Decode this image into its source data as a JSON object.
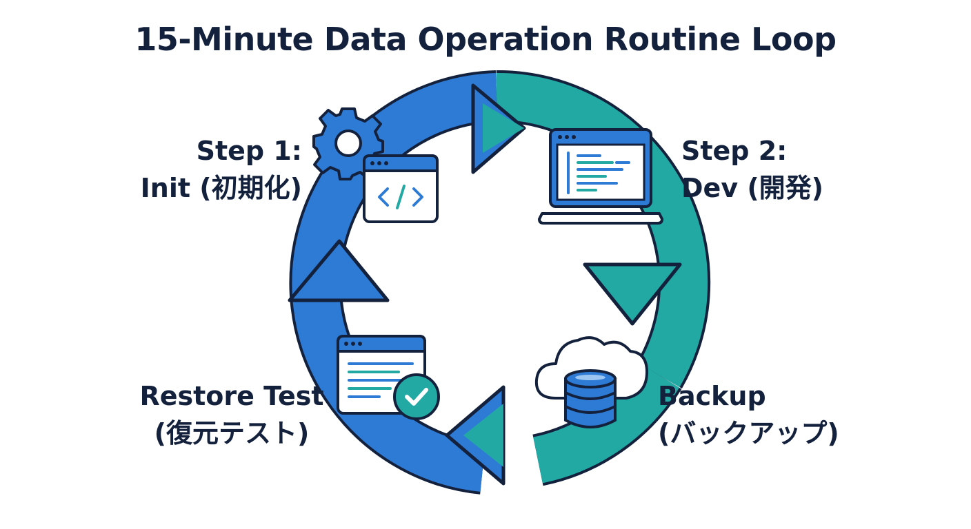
{
  "title": "15-Minute Data Operation Routine Loop",
  "steps": [
    {
      "id": "init",
      "line1": "Step 1:",
      "line2": "Init (初期化)",
      "icon": "code-window-icon",
      "color": "#2e7bd6"
    },
    {
      "id": "dev",
      "line1": "Step 2:",
      "line2": "Dev (開発)",
      "icon": "laptop-icon",
      "color": "#20a8a3"
    },
    {
      "id": "backup",
      "line1": "Backup",
      "line2": "(バックアップ)",
      "icon": "cloud-database-icon",
      "color": "#20a8a3"
    },
    {
      "id": "restore",
      "line1": "Restore Test",
      "line2": "(復元テスト)",
      "icon": "checked-window-icon",
      "color": "#2e7bd6"
    }
  ],
  "colors": {
    "blue": "#2e7bd6",
    "teal": "#22a9a4",
    "outline": "#14213d"
  }
}
